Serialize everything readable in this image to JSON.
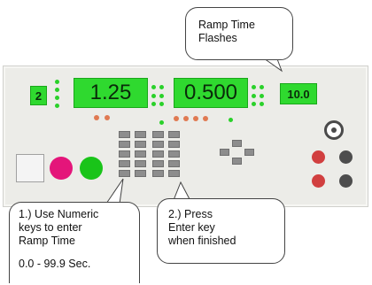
{
  "displays": {
    "channel": "2",
    "voltage": "1.25",
    "ramp_time": "0.500",
    "right_value": "10.0"
  },
  "callouts": {
    "ramp_flash": [
      "Ramp Time",
      "Flashes"
    ],
    "numeric_keys": [
      "1.) Use Numeric",
      "keys to enter",
      "Ramp Time"
    ],
    "range": "0.0 - 99.9 Sec.",
    "enter_key": [
      "2.) Press",
      "Enter key",
      "when finished"
    ]
  },
  "colors": {
    "lcd": "#2fd92f",
    "stop_button": "#e4157a",
    "start_button": "#19c419",
    "indicator": "#e07a52"
  }
}
